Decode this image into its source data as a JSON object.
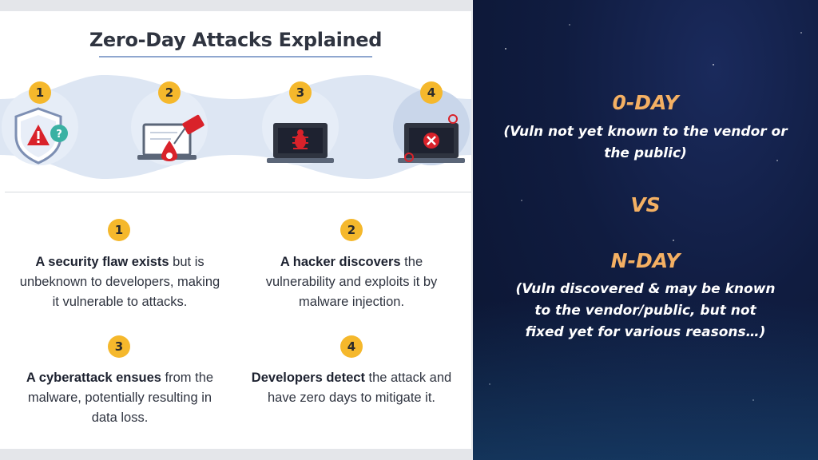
{
  "infographic": {
    "title": "Zero-Day Attacks Explained",
    "steps": [
      {
        "number": "1",
        "bold": "A security flaw exists",
        "rest": " but is unbeknown to developers, making it vulnerable to attacks.",
        "icon": "shield-warning-icon"
      },
      {
        "number": "2",
        "bold": "A hacker discovers",
        "rest": " the vulnerability and exploits it by malware injection.",
        "icon": "laptop-malware-injection-icon"
      },
      {
        "number": "3",
        "bold": "A cyberattack ensues",
        "rest": " from the malware, potentially resulting in data loss.",
        "icon": "laptop-bug-icon"
      },
      {
        "number": "4",
        "bold": "Developers detect",
        "rest": " the attack and have zero days to mitigate it.",
        "icon": "laptop-error-icon"
      }
    ],
    "colors": {
      "badge": "#f5b82c",
      "wave": "#dde6f3",
      "alert_red": "#d9222a",
      "teal": "#3ab1a3"
    }
  },
  "comparison": {
    "zero_day": {
      "heading": "0-DAY",
      "description": "(Vuln not yet known to the vendor or the public)"
    },
    "versus": "VS",
    "n_day": {
      "heading": "N-DAY",
      "description": "(Vuln discovered & may be known to the vendor/public, but not fixed yet for various reasons…)"
    },
    "colors": {
      "heading": "#f4b063",
      "text": "#ffffff",
      "background": "#101c40"
    }
  }
}
